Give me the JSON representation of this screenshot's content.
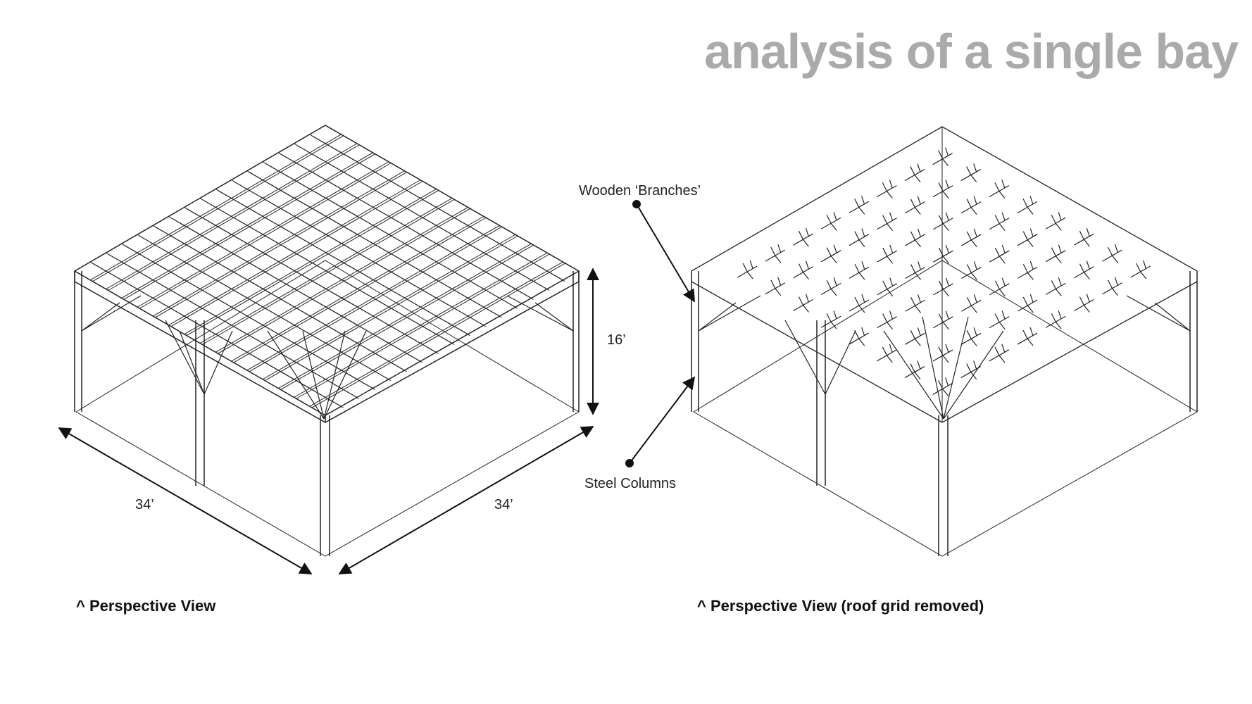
{
  "title": "analysis of a single bay",
  "views": {
    "left_caption": "^ Perspective View",
    "right_caption": "^ Perspective View (roof grid removed)"
  },
  "dimensions": {
    "width_left": "34’",
    "width_right": "34’",
    "height": "16’"
  },
  "callouts": {
    "branches": "Wooden ‘Branches’",
    "columns": "Steel Columns"
  }
}
